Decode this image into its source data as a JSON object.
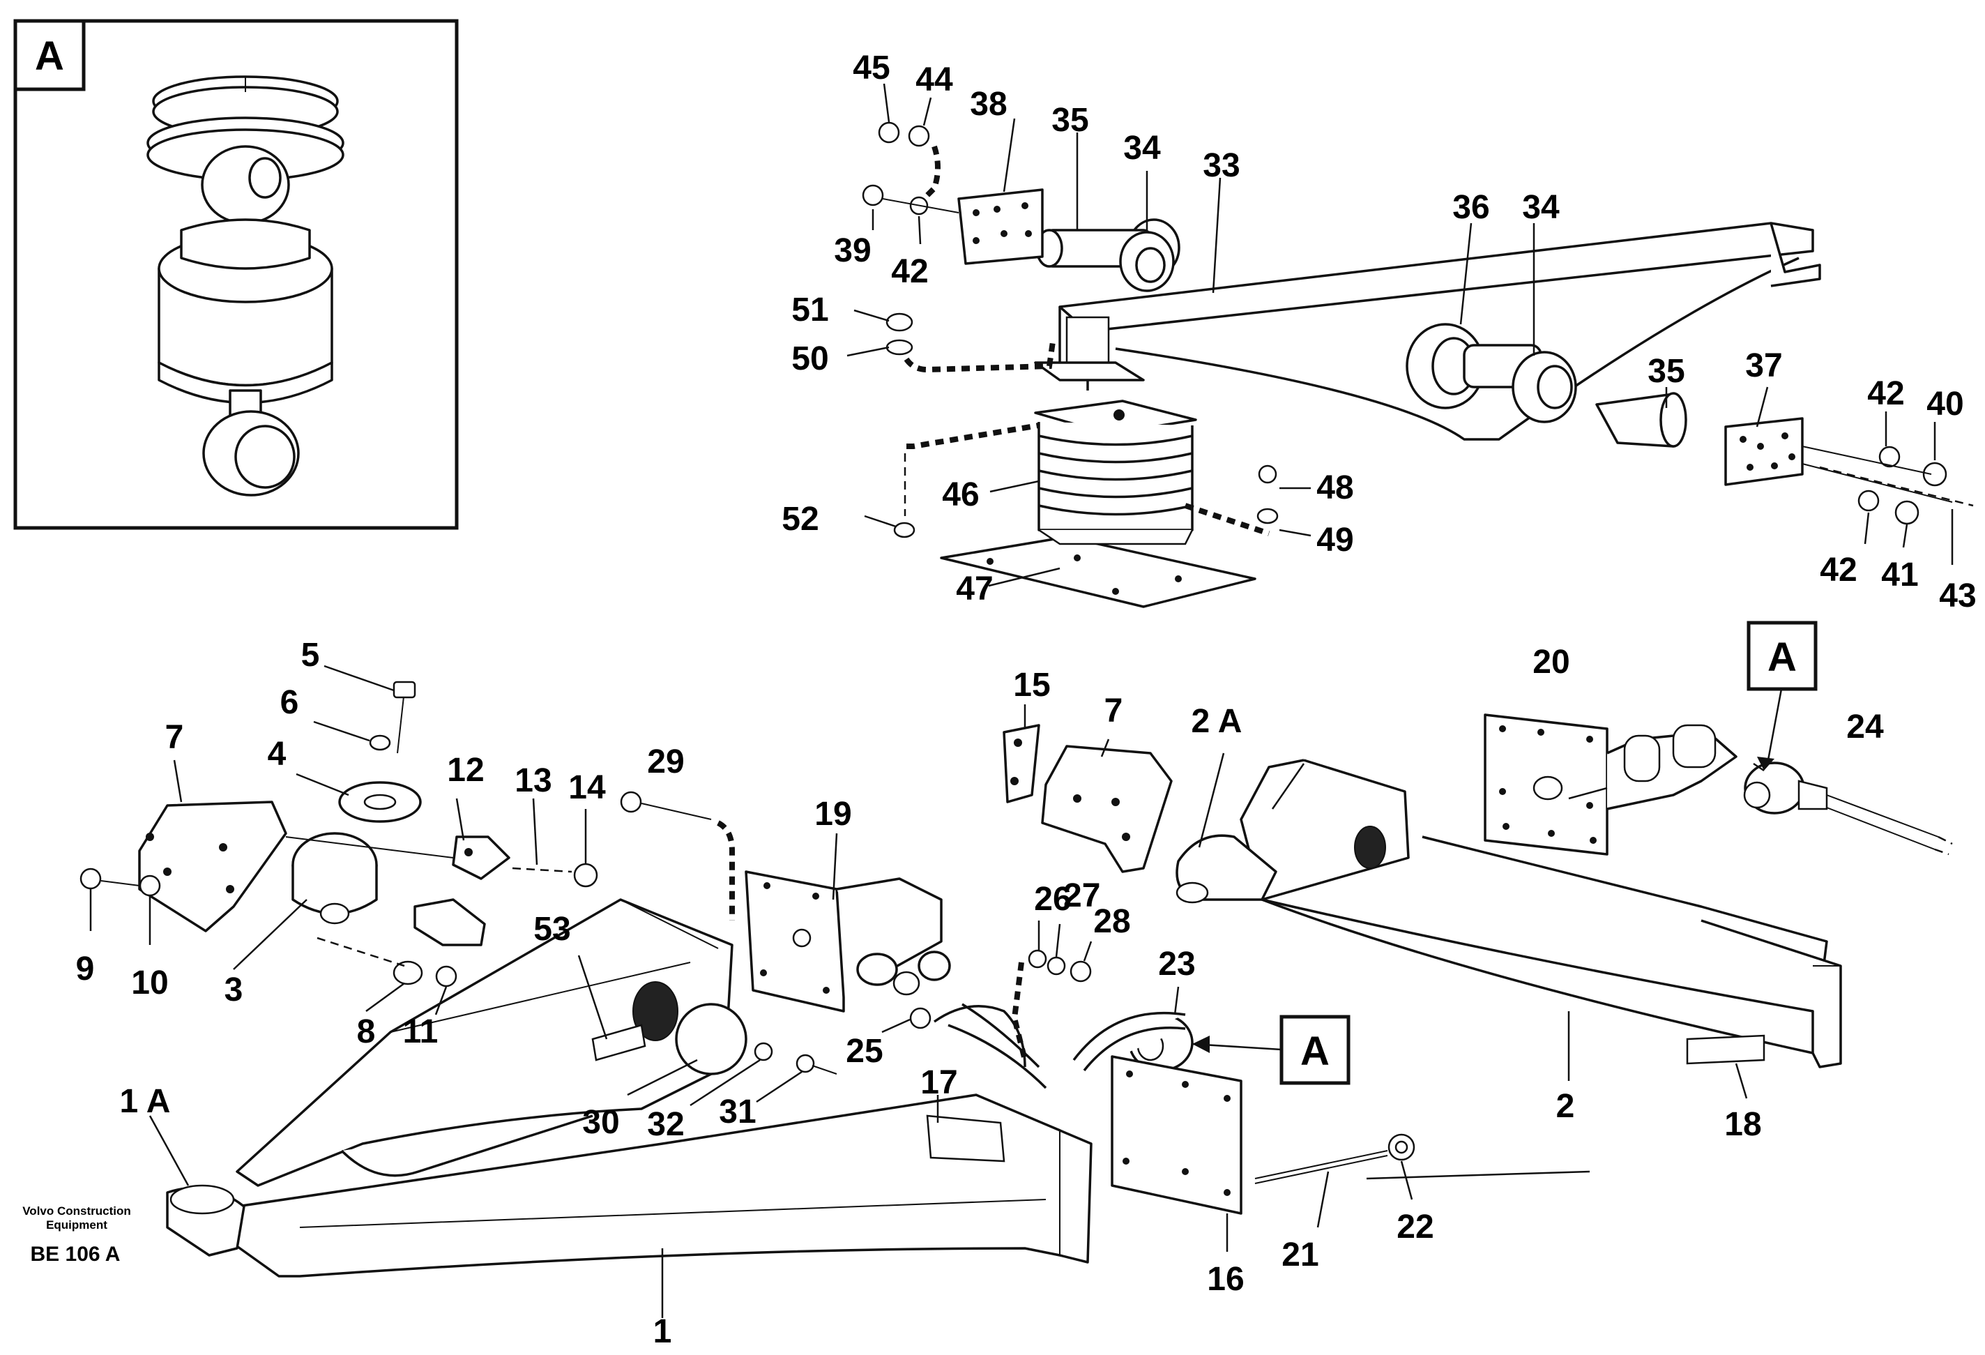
{
  "detail_label": "A",
  "callouts": {
    "c1": "1",
    "c1a": "1 A",
    "c2": "2",
    "c2a": "2 A",
    "c3": "3",
    "c4": "4",
    "c5": "5",
    "c6": "6",
    "c7a": "7",
    "c7b": "7",
    "c8": "8",
    "c9": "9",
    "c10": "10",
    "c11": "11",
    "c12": "12",
    "c13": "13",
    "c14": "14",
    "c15": "15",
    "c16": "16",
    "c17": "17",
    "c18": "18",
    "c19": "19",
    "c20": "20",
    "c21": "21",
    "c22": "22",
    "c23": "23",
    "c24": "24",
    "c25": "25",
    "c26": "26",
    "c27": "27",
    "c28": "28",
    "c29": "29",
    "c30": "30",
    "c31": "31",
    "c32": "32",
    "c33": "33",
    "c34a": "34",
    "c34b": "34",
    "c35a": "35",
    "c35b": "35",
    "c36": "36",
    "c37": "37",
    "c38": "38",
    "c39": "39",
    "c40": "40",
    "c41": "41",
    "c42a": "42",
    "c42b": "42",
    "c42c": "42",
    "c43": "43",
    "c44": "44",
    "c45": "45",
    "c46": "46",
    "c47": "47",
    "c48": "48",
    "c49": "49",
    "c50": "50",
    "c51": "51",
    "c52": "52",
    "c53": "53"
  },
  "ref_boxes": {
    "a1": "A",
    "a2": "A"
  },
  "footer": {
    "brand_line1": "Volvo Construction",
    "brand_line2": "Equipment",
    "code": "BE 106 A"
  }
}
